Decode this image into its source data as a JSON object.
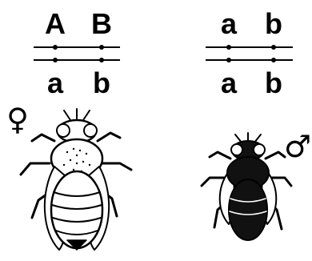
{
  "female": {
    "chromosome_top": {
      "allele_1": "A",
      "allele_2": "B"
    },
    "chromosome_bottom": {
      "allele_1": "a",
      "allele_2": "b"
    },
    "sex_symbol": "♀"
  },
  "male": {
    "chromosome_top": {
      "allele_1": "a",
      "allele_2": "b"
    },
    "chromosome_bottom": {
      "allele_1": "a",
      "allele_2": "b"
    },
    "sex_symbol": "♂"
  },
  "colors": {
    "ink": "#000000",
    "background": "#ffffff",
    "male_body": "#111111",
    "female_body": "#ffffff"
  }
}
